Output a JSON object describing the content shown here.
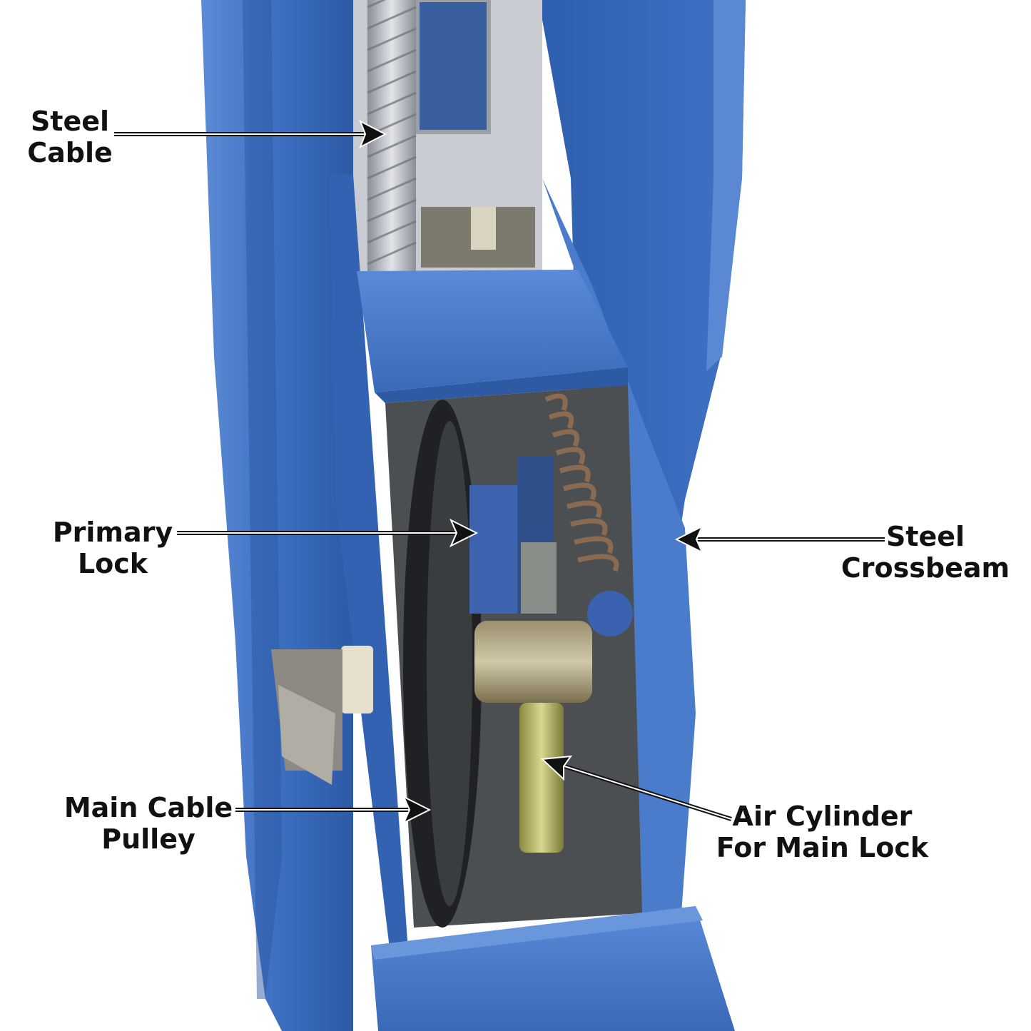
{
  "colors": {
    "lift_blue": "#3d6fc1",
    "lift_blue_dark": "#2a4f94",
    "lift_blue_light": "#6e97d8",
    "steel": "#b8bcc4",
    "arrow": "#111111",
    "background": "#ffffff"
  },
  "labels": {
    "steel_cable": [
      "Steel",
      "Cable"
    ],
    "primary_lock": [
      "Primary",
      "Lock"
    ],
    "steel_crossbeam": [
      "Steel",
      "Crossbeam"
    ],
    "main_cable_pulley": [
      "Main Cable",
      "Pulley"
    ],
    "air_cylinder": [
      "Air Cylinder",
      "For Main Lock"
    ]
  }
}
